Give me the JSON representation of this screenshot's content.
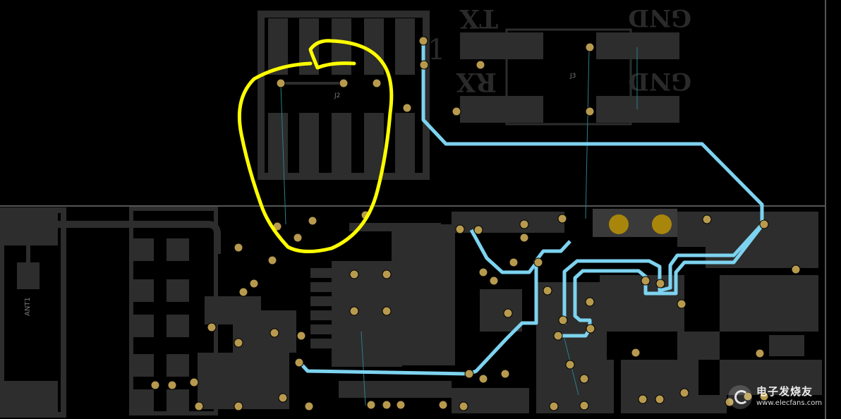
{
  "silkscreen": {
    "tx": "TX",
    "rx": "RX",
    "gnd_top": "GND",
    "gnd_bottom": "GND",
    "pin1": "1",
    "j2": "J2",
    "j3": "J3",
    "ant1": "ANT1"
  },
  "watermark": {
    "title": "电子发烧友",
    "url": "www.elecfans.com"
  },
  "colors": {
    "background": "#000000",
    "copper": "#2d2d2d",
    "trace": "#7dd3f0",
    "highlight": "#ffff00",
    "via": "#b89a4e",
    "gold_pad": "#a8860c"
  }
}
